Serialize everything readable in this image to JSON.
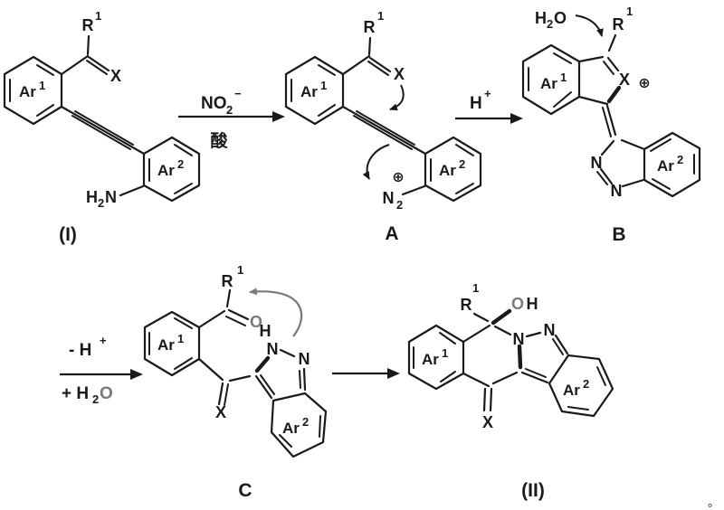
{
  "scheme": {
    "structure_I": {
      "caption": "(I)",
      "aryl1": {
        "base": "Ar",
        "sup": "1"
      },
      "aryl2": {
        "base": "Ar",
        "sup": "2"
      },
      "r_group": {
        "base": "R",
        "sup": "1"
      },
      "x_label": "X",
      "amine": {
        "h": "H",
        "sub": "2",
        "n": "N"
      }
    },
    "arrow1": {
      "reagent": {
        "base": "NO",
        "sub": "2",
        "charge": "−"
      },
      "condition": "酸"
    },
    "structure_A": {
      "caption": "A",
      "aryl1": {
        "base": "Ar",
        "sup": "1"
      },
      "aryl2": {
        "base": "Ar",
        "sup": "2"
      },
      "r_group": {
        "base": "R",
        "sup": "1"
      },
      "x_label": "X",
      "diazonium": {
        "n": "N",
        "sub": "2",
        "charge": "⊕"
      }
    },
    "arrow2": {
      "reagent": {
        "base": "H",
        "sup": "+"
      }
    },
    "structure_B": {
      "caption": "B",
      "water": {
        "h": "H",
        "sub": "2",
        "o": "O"
      },
      "r_group": {
        "base": "R",
        "sup": "1"
      },
      "aryl1": {
        "base": "Ar",
        "sup": "1"
      },
      "aryl2": {
        "base": "Ar",
        "sup": "2"
      },
      "x_label": "X",
      "charge": "⊕",
      "n_top": "N",
      "n_bottom": "N"
    },
    "arrow3": {
      "above": {
        "prefix": "- H",
        "sup": "+"
      },
      "below": {
        "prefix": "+ H",
        "sub": "2",
        "o": "O"
      }
    },
    "structure_C": {
      "caption": "C",
      "r_group": {
        "base": "R",
        "sup": "1"
      },
      "carbonyl_o": "O",
      "nh": {
        "h": "H",
        "n": "N"
      },
      "n2": "N",
      "aryl1": {
        "base": "Ar",
        "sup": "1"
      },
      "aryl2": {
        "base": "Ar",
        "sup": "2"
      },
      "x_label": "X"
    },
    "structure_II": {
      "caption": "(II)",
      "r_group": {
        "base": "R",
        "sup": "1"
      },
      "hydroxyl": {
        "o": "O",
        "h": "H"
      },
      "n1": "N",
      "n2": "N",
      "aryl1": {
        "base": "Ar",
        "sup": "1"
      },
      "aryl2": {
        "base": "Ar",
        "sup": "2"
      },
      "x_label": "X"
    },
    "footnote": "。"
  },
  "colors": {
    "ink": "#1a1a1a",
    "gray": "#7a7a7a"
  }
}
